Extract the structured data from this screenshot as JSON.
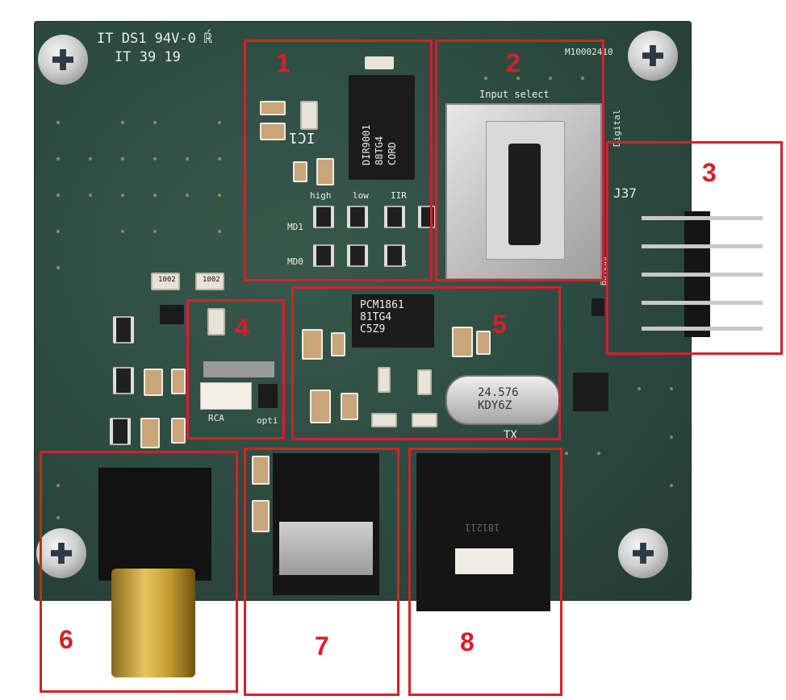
{
  "board": {
    "silkscreen": {
      "corner_text_1": "IT DS1 94V-0 ℝ́",
      "corner_text_2": "IT  39  19",
      "board_id": "M10002410",
      "input_select": "Input select",
      "ic1": "IC1",
      "high": "high",
      "low": "low",
      "iir": "IIR",
      "md1": "MD1",
      "md0": "MD0",
      "fir": "FIR",
      "digital": "Digital",
      "analog": "Analog",
      "j37": "J37",
      "rca": "RCA",
      "opti": "opti",
      "tx": "TX"
    },
    "chips": {
      "dir_chip": "DIR9001\n88TG4\nCORD",
      "pcm_chip": "PCM1861\n81TG4\nC5Z9",
      "crystal": "24.576\nKDY6Z",
      "jack_code": "181211"
    },
    "resistor_codes": [
      "1002",
      "1002"
    ]
  },
  "callouts": [
    "1",
    "2",
    "3",
    "4",
    "5",
    "6",
    "7",
    "8"
  ],
  "colors": {
    "pcb": "#2d4a40",
    "callout": "#d6202a",
    "gold": "#c9a03c"
  }
}
